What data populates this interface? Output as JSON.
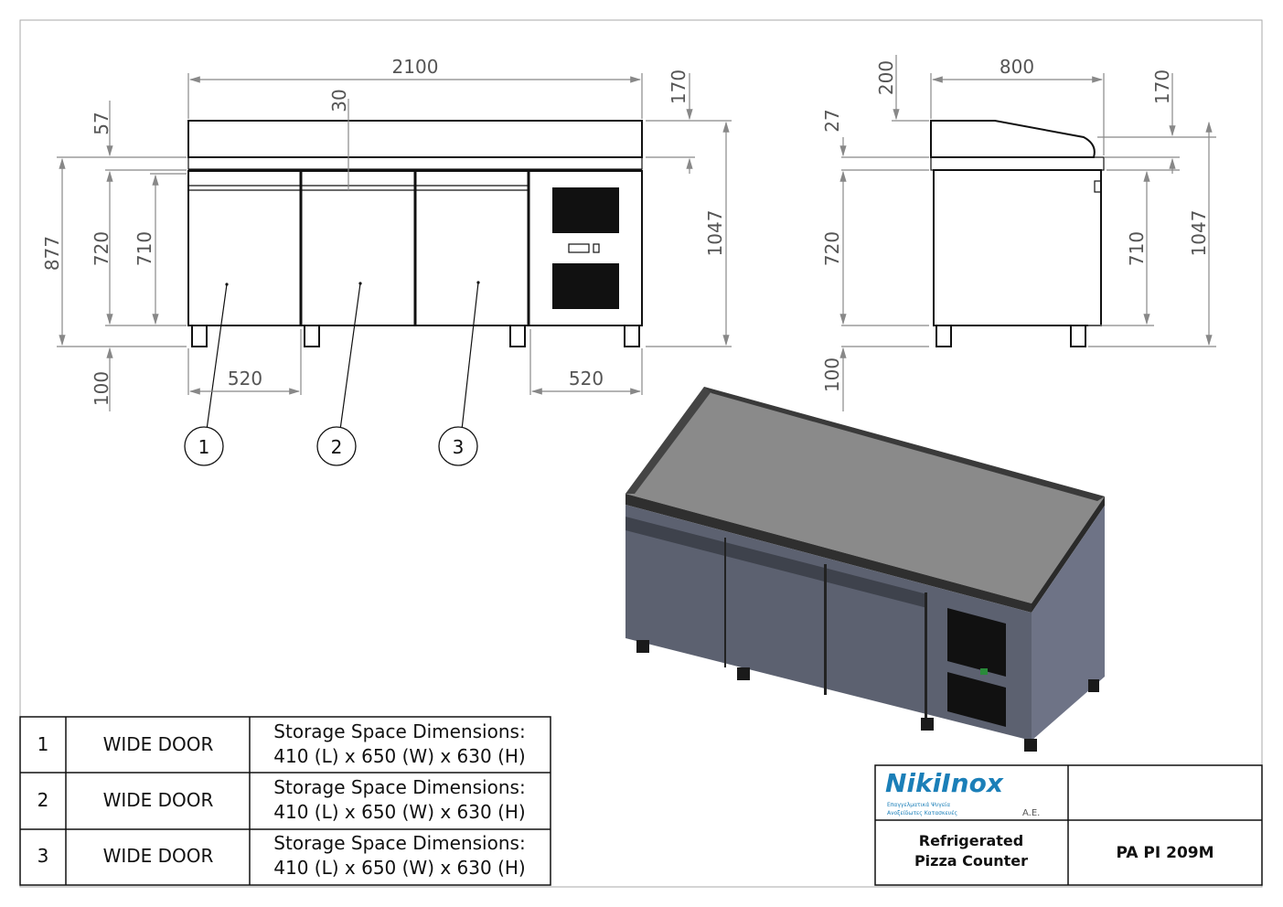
{
  "title_block": {
    "logo_text": "NikiInox",
    "logo_subtitle_line1": "Επαγγελματικά Ψυγεία",
    "logo_subtitle_line2": "Ανοξείδωτες Κατασκευές",
    "logo_suffix": "A.E.",
    "product_name_line1": "Refrigerated",
    "product_name_line2": "Pizza Counter",
    "model_code": "PA PI 209M"
  },
  "front_view": {
    "dims": {
      "total_width": "2100",
      "top_gap": "30",
      "upstand": "57",
      "right_upstand": "170",
      "height_877": "877",
      "height_720": "720",
      "height_710": "710",
      "total_height": "1047",
      "legs": "100",
      "door_width": "520",
      "motor_width": "520"
    },
    "callouts": [
      "1",
      "2",
      "3"
    ]
  },
  "side_view": {
    "dims": {
      "depth": "800",
      "upstand_200": "200",
      "top_27": "27",
      "right_170": "170",
      "height_720": "720",
      "height_710": "710",
      "total_height": "1047",
      "legs": "100"
    }
  },
  "parts_table": {
    "rows": [
      {
        "num": "1",
        "name": "WIDE DOOR",
        "desc_line1": "Storage Space Dimensions:",
        "desc_line2": "410 (L) x 650 (W) x 630 (H)"
      },
      {
        "num": "2",
        "name": "WIDE DOOR",
        "desc_line1": "Storage Space Dimensions:",
        "desc_line2": "410 (L) x 650 (W) x 630 (H)"
      },
      {
        "num": "3",
        "name": "WIDE DOOR",
        "desc_line1": "Storage Space Dimensions:",
        "desc_line2": "410 (L) x 650 (W) x 630 (H)"
      }
    ]
  },
  "colors": {
    "logo_blue": "#1b7fb8",
    "frame": "#111111",
    "dimension": "#888888",
    "body_grey": "#5c6170"
  }
}
